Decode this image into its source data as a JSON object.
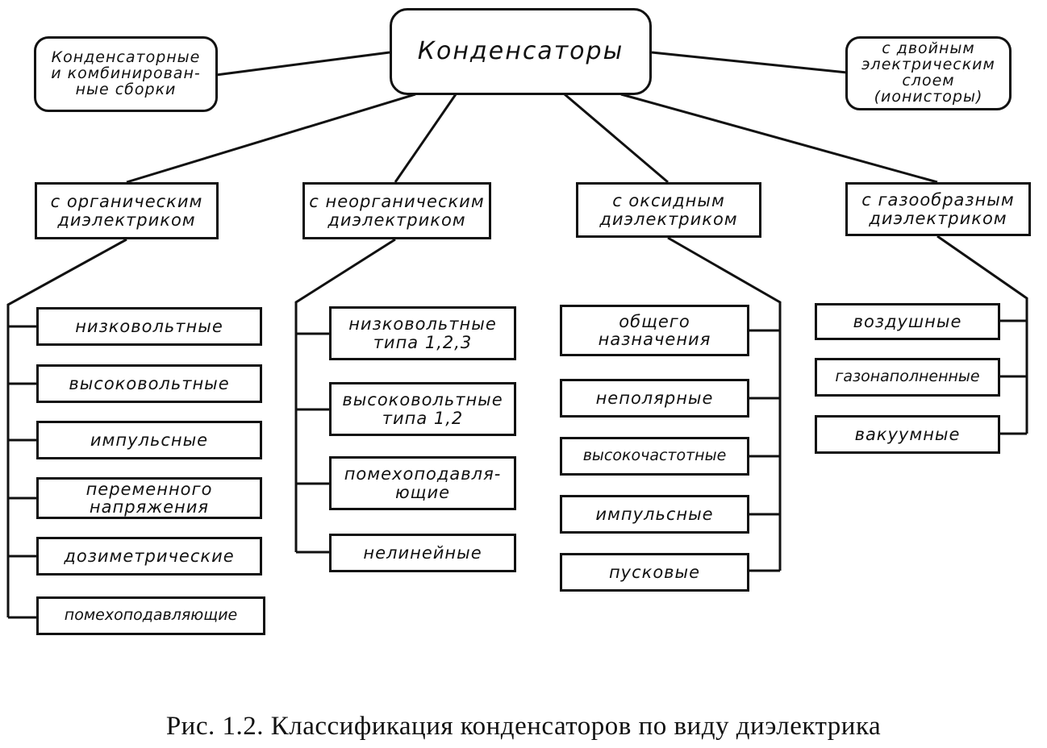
{
  "diagram": {
    "root": "Конденсаторы",
    "side_left": "Конденсаторные\nи комбинирован-\nные сборки",
    "side_right": "с двойным\nэлектрическим\nслоем\n(ионисторы)",
    "categories": [
      {
        "label": "с органическим\nдиэлектриком",
        "items": [
          "низковольтные",
          "высоковольтные",
          "импульсные",
          "переменного\nнапряжения",
          "дозиметрические",
          "помехоподавляющие"
        ]
      },
      {
        "label": "с неорганическим\nдиэлектриком",
        "items": [
          "низковольтные\nтипа 1,2,3",
          "высоковольтные\nтипа 1,2",
          "помехоподавля-\nющие",
          "нелинейные"
        ]
      },
      {
        "label": "с оксидным\nдиэлектриком",
        "items": [
          "общего\nназначения",
          "неполярные",
          "высокочастотные",
          "импульсные",
          "пусковые"
        ]
      },
      {
        "label": "с газообразным\nдиэлектриком",
        "items": [
          "воздушные",
          "газонаполненные",
          "вакуумные"
        ]
      }
    ]
  },
  "caption": "Рис. 1.2. Классификация конденсаторов по виду диэлектрика"
}
